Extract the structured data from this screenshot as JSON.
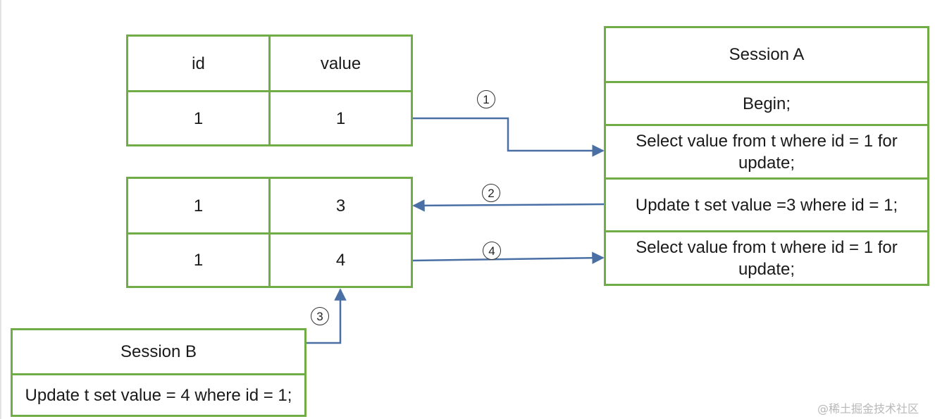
{
  "table_top": {
    "header": [
      "id",
      "value"
    ],
    "rows": [
      [
        "1",
        "1"
      ]
    ]
  },
  "table_bottom": {
    "rows": [
      [
        "1",
        "3"
      ],
      [
        "1",
        "4"
      ]
    ]
  },
  "session_a": {
    "title": "Session A",
    "rows": [
      "Begin;",
      "Select  value from t where id = 1 for update;",
      "Update t set value =3 where id = 1;",
      "Select  value from t where id = 1 for update;"
    ]
  },
  "session_b": {
    "title": "Session B",
    "rows": [
      "Update t set value = 4 where id = 1;"
    ]
  },
  "steps": [
    "1",
    "2",
    "3",
    "4"
  ],
  "colors": {
    "border": "#70ad47",
    "arrow": "#4a6fa5"
  },
  "watermark": "@稀土掘金技术社区"
}
